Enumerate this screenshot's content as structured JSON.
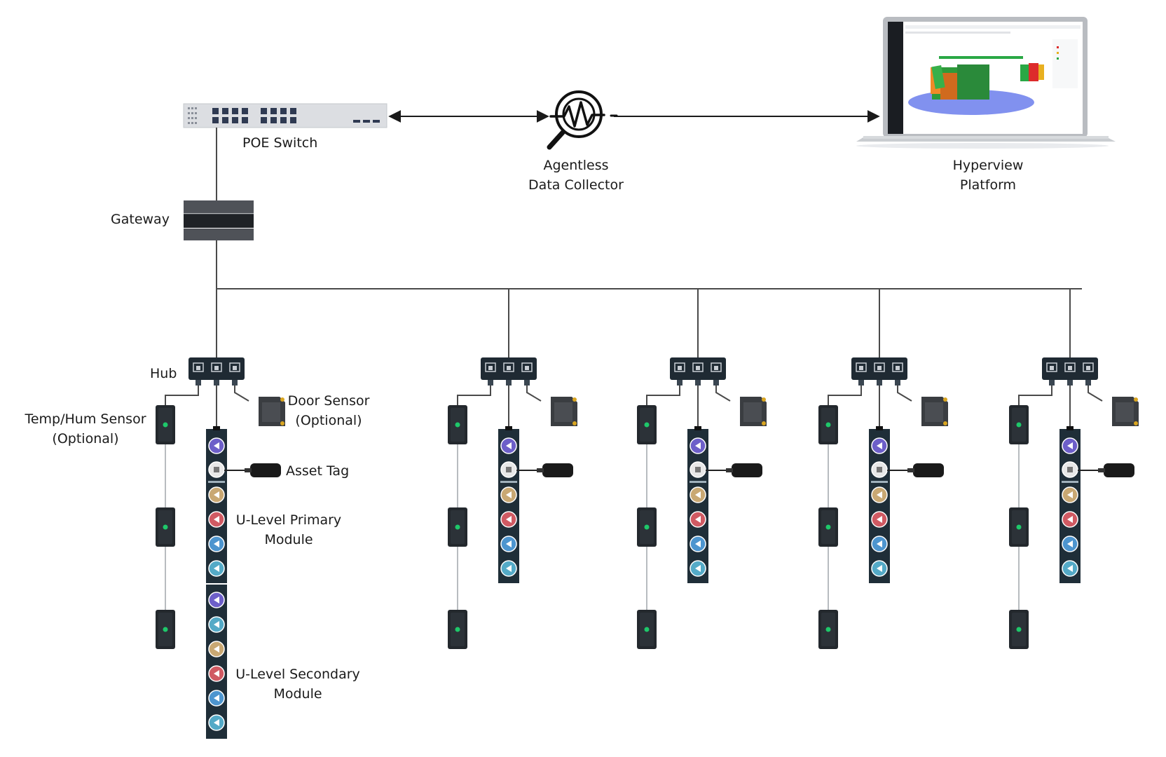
{
  "labels": {
    "poe_switch": "POE Switch",
    "collector_line1": "Agentless",
    "collector_line2": "Data Collector",
    "platform_line1": "Hyperview",
    "platform_line2": "Platform",
    "gateway": "Gateway",
    "hub": "Hub",
    "temp_line1": "Temp/Hum Sensor",
    "temp_line2": "(Optional)",
    "door_line1": "Door Sensor",
    "door_line2": "(Optional)",
    "asset_tag": "Asset Tag",
    "primary_line1": "U-Level Primary",
    "primary_line2": "Module",
    "secondary_line1": "U-Level Secondary",
    "secondary_line2": "Module"
  },
  "colors": {
    "line": "#4a4a4a",
    "switch_body": "#dcdee2",
    "device_dark": "#1f2a33",
    "sensor_green": "#1ec86a",
    "module_icons": [
      "#6d5fc9",
      "#e8e8e8",
      "#c9a873",
      "#d05a63",
      "#4d95cf",
      "#54aac7"
    ],
    "secondary_icons": [
      "#6d5fc9",
      "#54aac7",
      "#c9a873",
      "#d05a63",
      "#4d95cf",
      "#54aac7"
    ]
  },
  "icons": [
    "poe-switch-icon",
    "data-collector-icon",
    "laptop-icon",
    "gateway-icon",
    "hub-icon",
    "temp-hum-sensor-icon",
    "door-sensor-icon",
    "asset-tag-icon",
    "u-level-module-icon"
  ]
}
